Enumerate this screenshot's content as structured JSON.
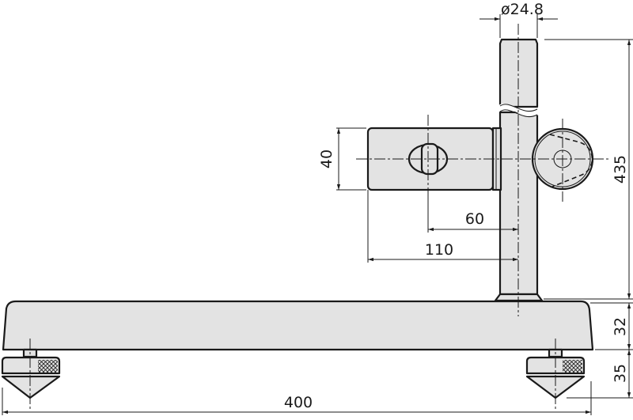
{
  "drawing": {
    "title": "Stand (base with column and holder) - dimensional drawing",
    "colors": {
      "line": "#1a1a1a",
      "fill": "#e3e3e3",
      "background": "#ffffff"
    },
    "dimensions": {
      "column_diameter": "ø24.8",
      "holder_height": "40",
      "holder_offset_short": "60",
      "holder_offset_long": "110",
      "overall_height": "435",
      "base_thickness": "32",
      "foot_height": "35",
      "base_length": "400"
    }
  }
}
